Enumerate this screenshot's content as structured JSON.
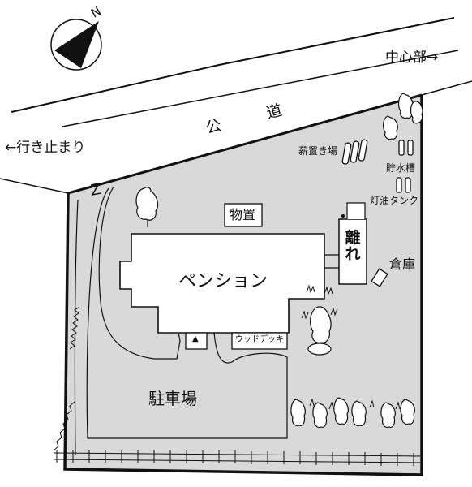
{
  "compass": {
    "north_label": "N",
    "icon": "compass-rose-icon"
  },
  "road": {
    "name": "公道",
    "left_direction": "←行き止まり",
    "right_direction": "中心部→"
  },
  "buildings": {
    "pension": "ペンション",
    "storage_shed": "物置",
    "annex": "離れ",
    "warehouse": "倉庫",
    "wood_deck": "ウッドデッキ",
    "entrance_mark": "▲"
  },
  "areas": {
    "parking": "駐車場"
  },
  "facilities": {
    "firewood_storage": "薪置き場",
    "water_tank": "貯水槽",
    "kerosene_tank": "灯油タンク"
  },
  "colors": {
    "ground": "#d9d9d9",
    "ink": "#111111",
    "building": "#ffffff"
  }
}
